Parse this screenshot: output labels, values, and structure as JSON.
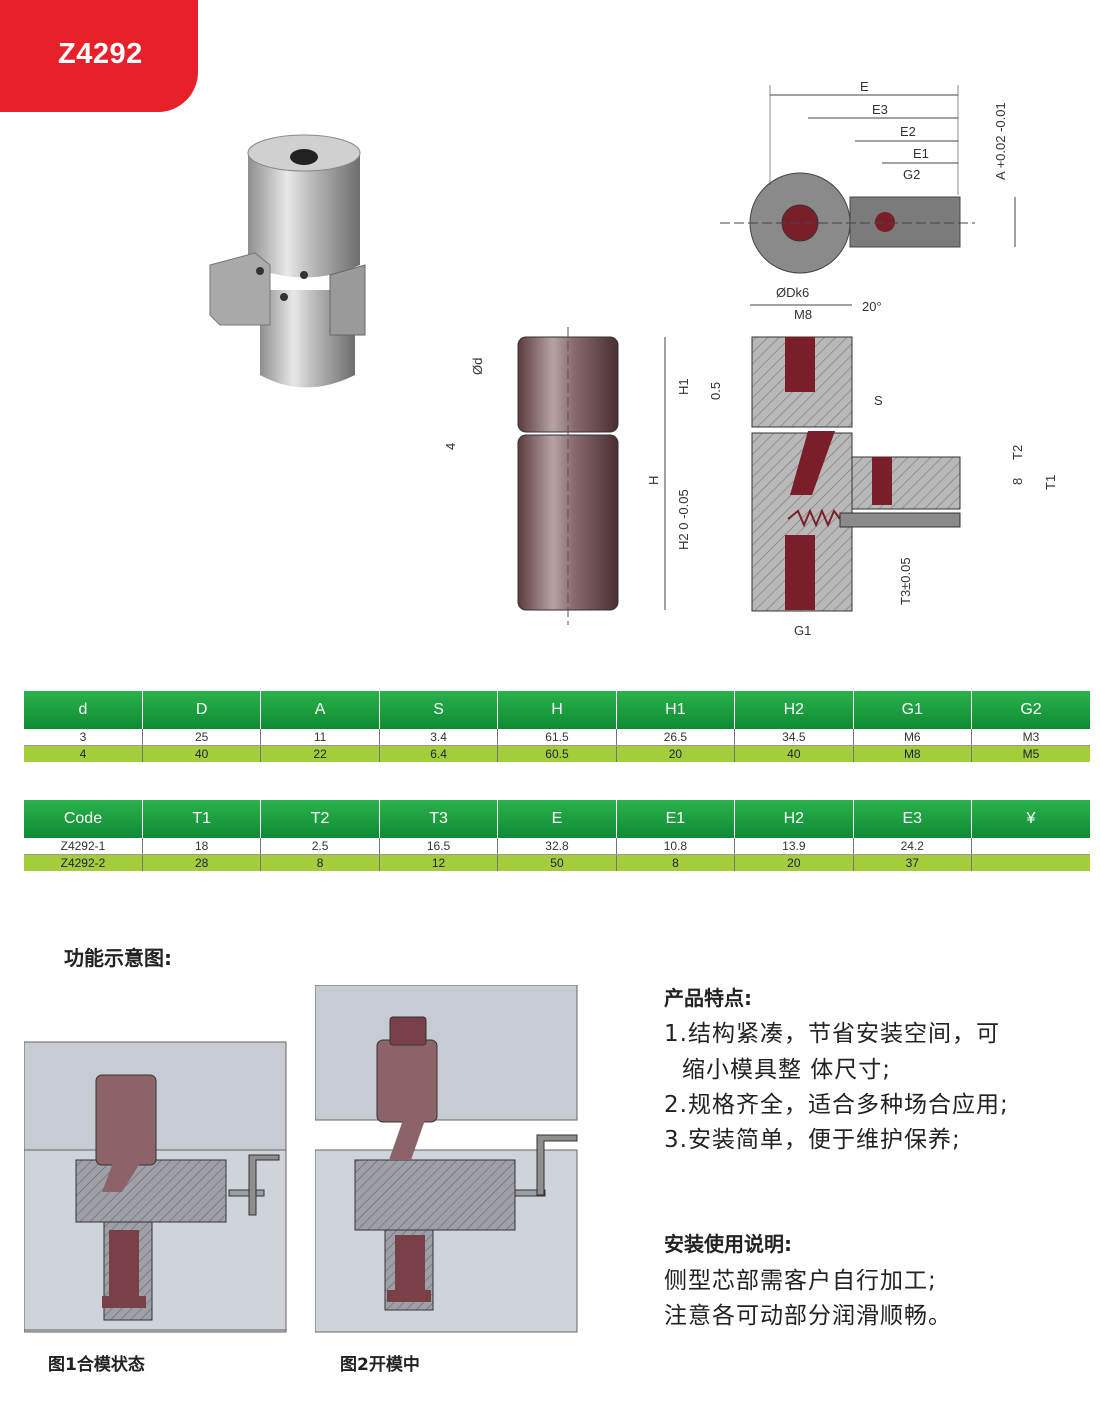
{
  "product_code": "Z4292",
  "drawing_labels": {
    "E": "E",
    "E3": "E3",
    "E2": "E2",
    "E1": "E1",
    "G2": "G2",
    "A_tol": "A +0.02 -0.01",
    "D": "ØDk6",
    "M8": "M8",
    "angle": "20°",
    "d": "Ød",
    "four": "4",
    "H": "H",
    "H1": "H1",
    "half": "0.5",
    "H2": "H2 0 -0.05",
    "S": "S",
    "T2": "T2",
    "eight": "8",
    "T1": "T1",
    "T3": "T3±0.05",
    "G1": "G1"
  },
  "table1": {
    "headers": [
      "d",
      "D",
      "A",
      "S",
      "H",
      "H1",
      "H2",
      "G1",
      "G2"
    ],
    "rows": [
      [
        "3",
        "25",
        "11",
        "3.4",
        "61.5",
        "26.5",
        "34.5",
        "M6",
        "M3"
      ],
      [
        "4",
        "40",
        "22",
        "6.4",
        "60.5",
        "20",
        "40",
        "M8",
        "M5"
      ]
    ]
  },
  "table2": {
    "headers": [
      "Code",
      "T1",
      "T2",
      "T3",
      "E",
      "E1",
      "H2",
      "E3",
      "¥"
    ],
    "rows": [
      [
        "Z4292-1",
        "18",
        "2.5",
        "16.5",
        "32.8",
        "10.8",
        "13.9",
        "24.2",
        ""
      ],
      [
        "Z4292-2",
        "28",
        "8",
        "12",
        "50",
        "8",
        "20",
        "37",
        ""
      ]
    ]
  },
  "function_title": "功能示意图:",
  "fig1_caption": "图1合模状态",
  "fig2_caption": "图2开模中",
  "features": {
    "title": "产品特点:",
    "lines": [
      "1.结构紧凑，节省安装空间，可",
      "缩小模具整 体尺寸;",
      "2.规格齐全，适合多种场合应用;",
      "3.安装简单，便于维护保养;"
    ]
  },
  "install": {
    "title": "安装使用说明:",
    "lines": [
      "侧型芯部需客户自行加工;",
      "注意各可动部分润滑顺畅。"
    ]
  },
  "colors": {
    "brand_red": "#e8202a",
    "header_green": "#1a9a3e",
    "row_green": "#a3cd3b"
  }
}
